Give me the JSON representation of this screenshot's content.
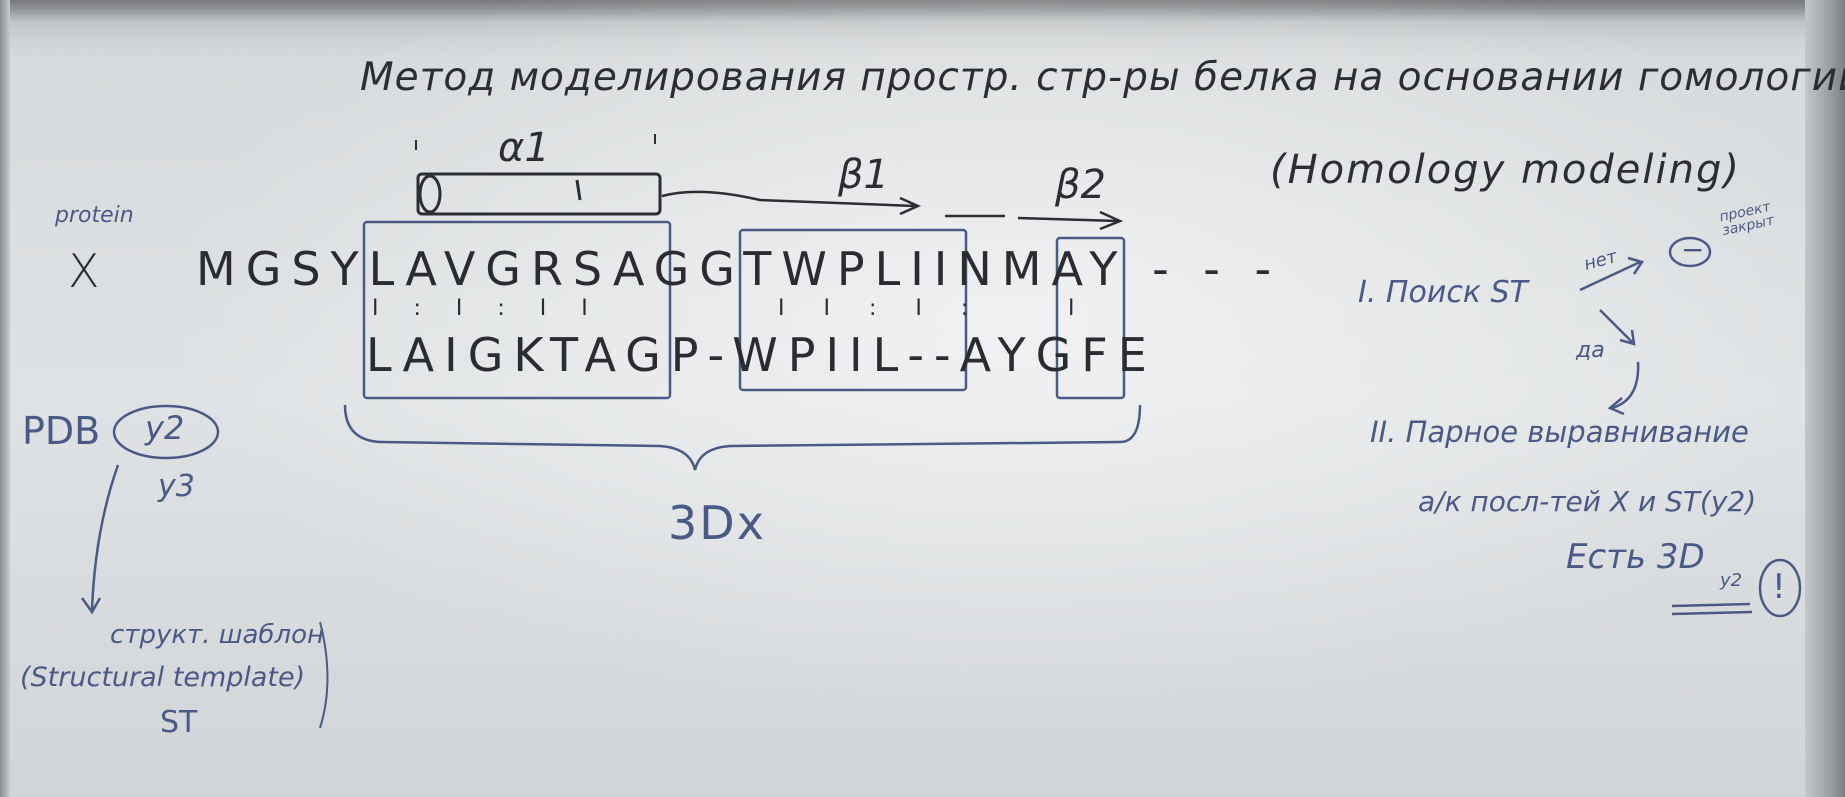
{
  "title": "Метод моделирования простр. стр-ры белка на основании гомологии",
  "subtitle": "(Homology modeling)",
  "protein_label": "protein",
  "protein_name": "X",
  "sequence_query": "MGSYLAVGRSAGGTWPLIINMAY - - -",
  "match_marks_1": "I : I : I I",
  "match_marks_2": "I I : I :",
  "match_marks_3": "I",
  "sequence_template": "LAIGKTAGP-WPIIL--AYGFE",
  "structure_labels": {
    "helix": "α1",
    "strand1": "β1",
    "strand2": "β2",
    "model": "3Dx"
  },
  "left_notes": {
    "db": "PDB",
    "item1": "y2",
    "item2": "y3",
    "template_ru": "структ. шаблон",
    "template_en": "(Structural template)",
    "template_abbr": "ST"
  },
  "steps": {
    "step1": "I. Поиск ST",
    "no": "нет",
    "minus": "−",
    "closed": "проект закрыт",
    "yes": "да",
    "step2_line1": "II. Парное выравнивание",
    "step2_line2": "а/к посл-тей X и ST(y2)",
    "exists": "Есть 3D",
    "exists_sub": "y2",
    "exclaim": "!"
  },
  "colors": {
    "ink_black": "#2c2e33",
    "ink_blue": "#4a5a86",
    "board": "#dfe2e4"
  }
}
